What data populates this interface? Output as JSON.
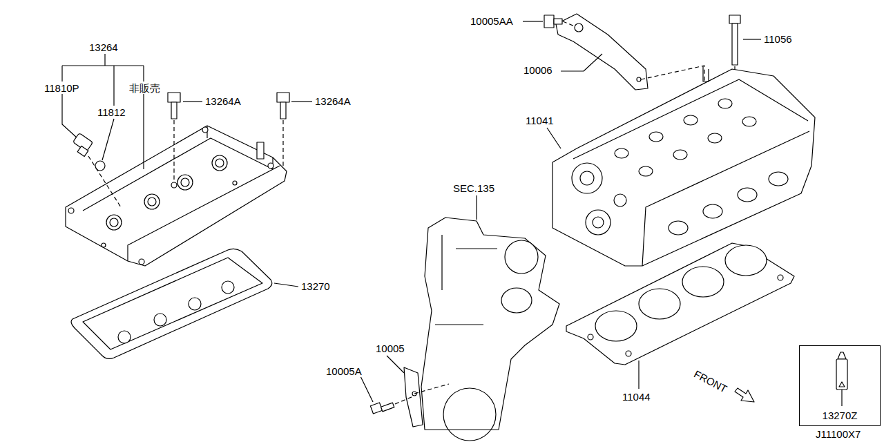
{
  "diagram": {
    "nodes": [
      {
        "text": [
          "13270Z"
        ]
      }
    ],
    "labels": [
      "13264",
      "11810P",
      "11812",
      "非販売",
      "13264A",
      "13264A",
      "13270",
      "SEC.135",
      "10005",
      "10005A",
      "10005AA",
      "10006",
      "11056",
      "11041",
      "11044",
      "FRONT",
      "J11100X7"
    ]
  }
}
